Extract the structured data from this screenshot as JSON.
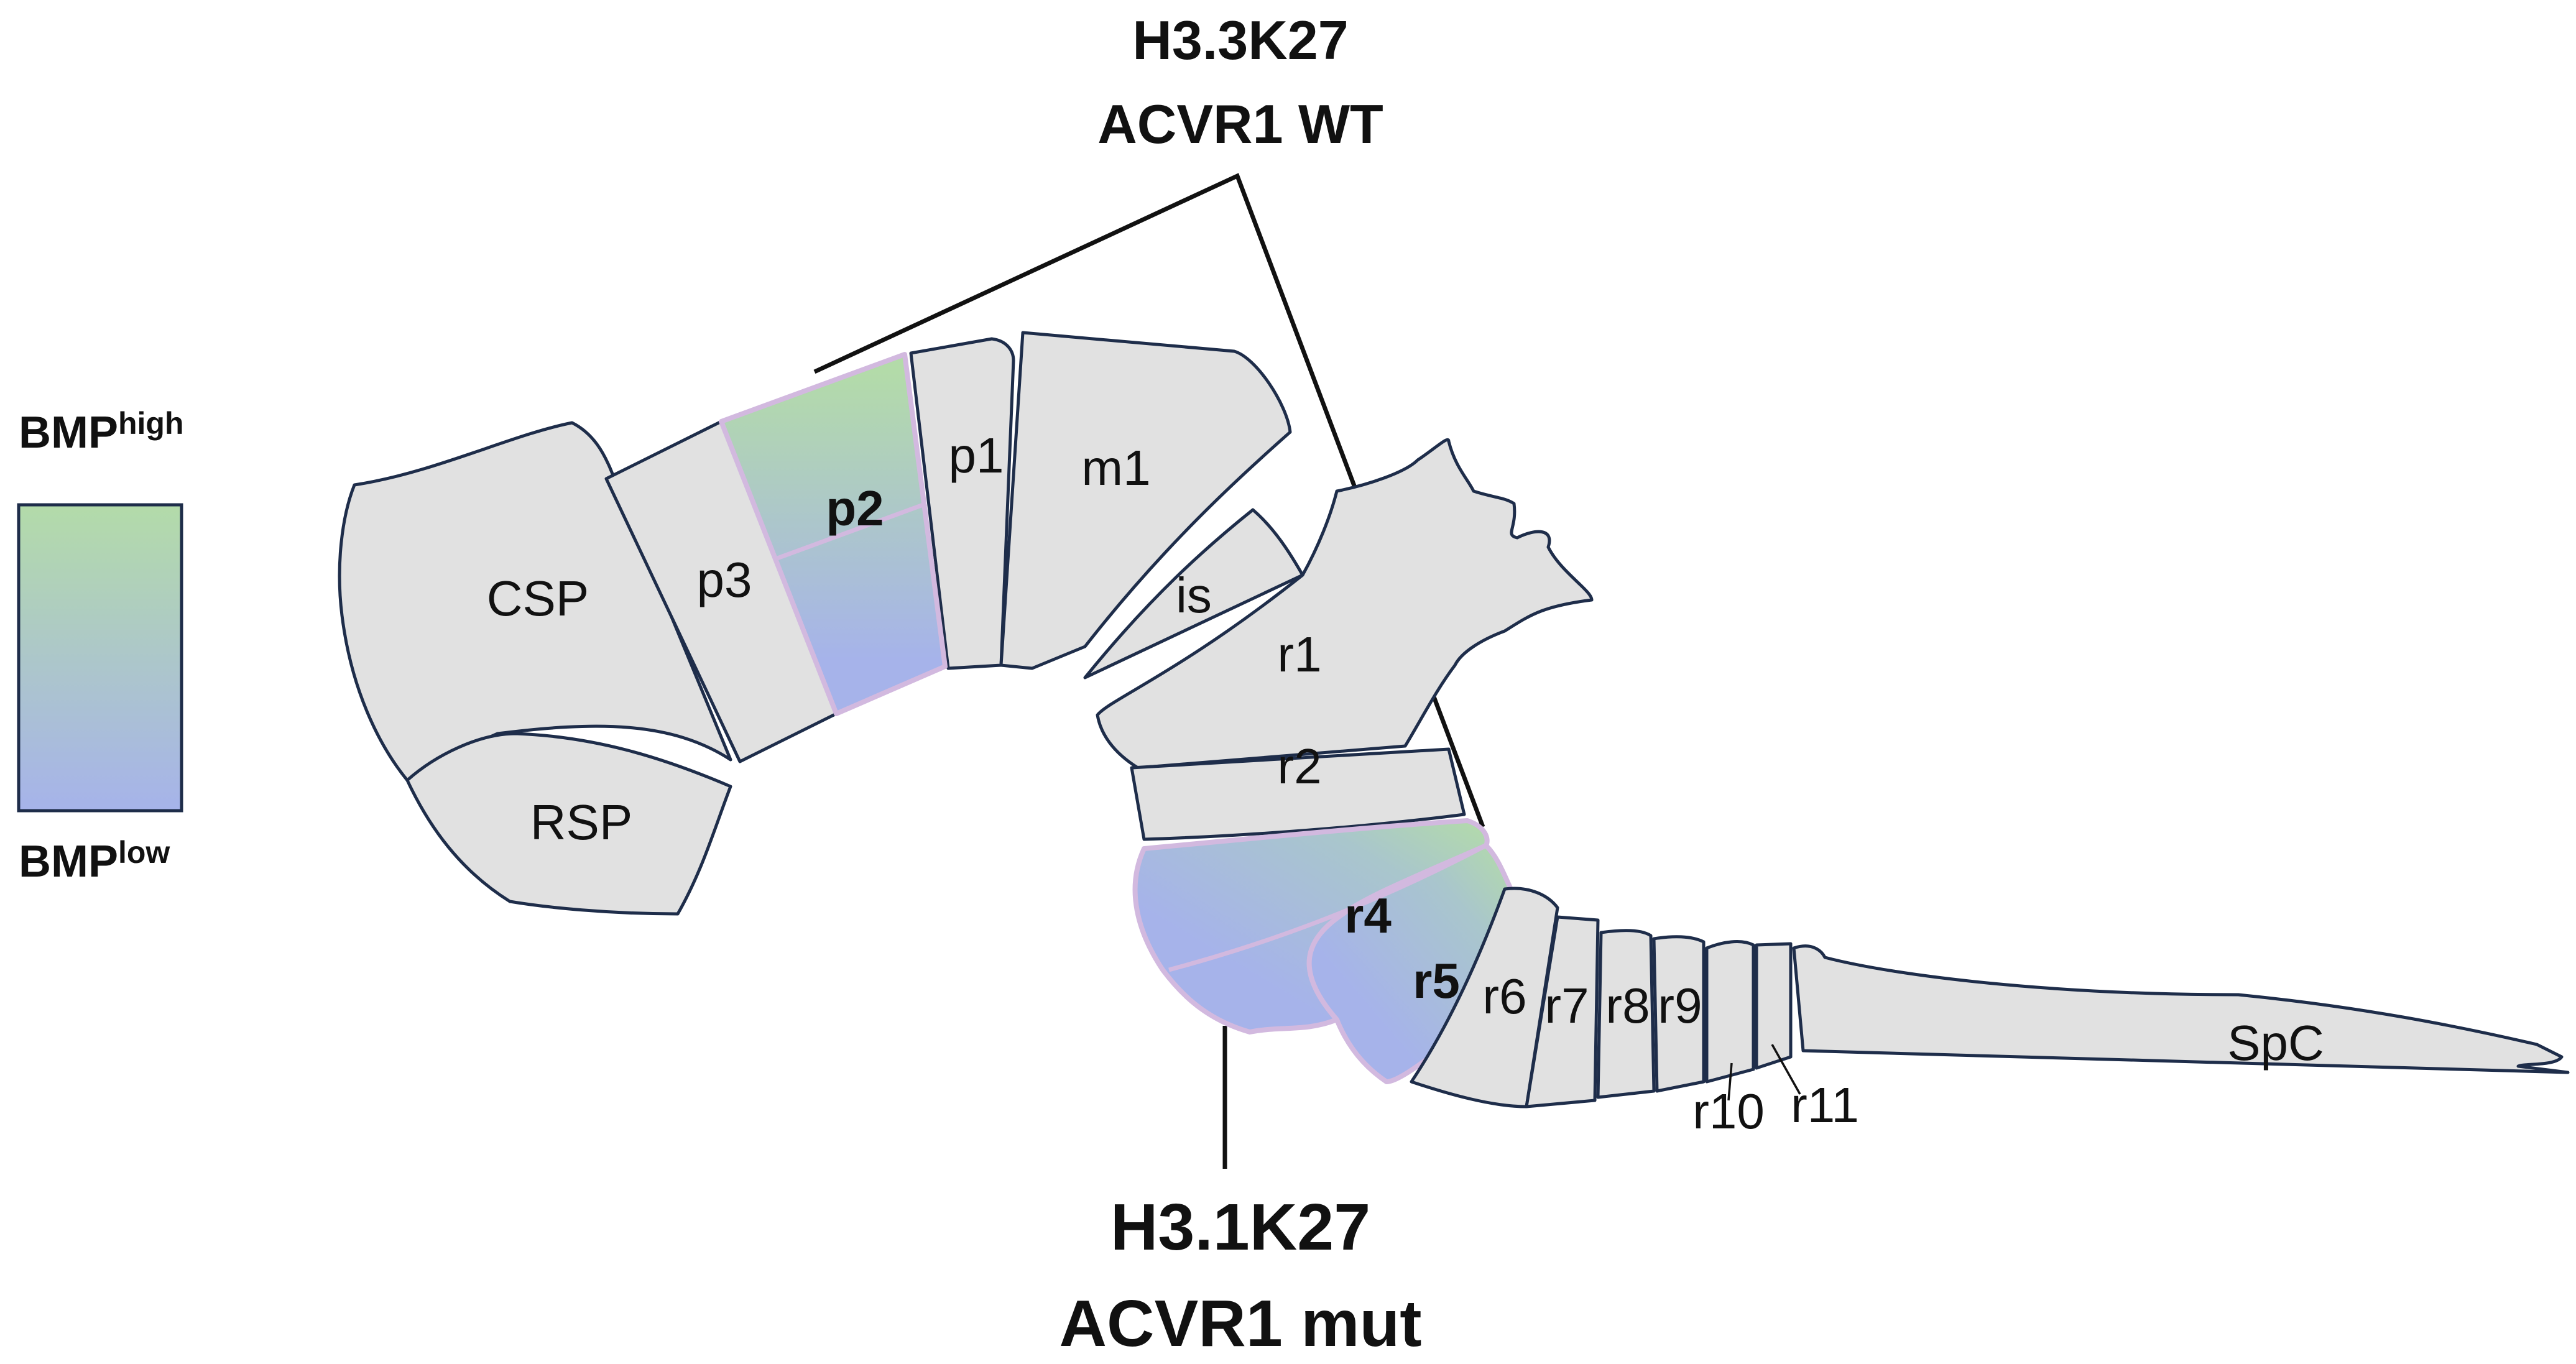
{
  "legend": {
    "top_label": "BMP",
    "top_superscript": "high",
    "bottom_label": "BMP",
    "bottom_superscript": "low",
    "color_high": "#b3dba9",
    "color_low": "#a6b3ea"
  },
  "annotations": {
    "top_line1": "H3.3K27",
    "top_line2": "ACVR1 WT",
    "bottom_line1": "H3.1K27",
    "bottom_line2": "ACVR1 mut"
  },
  "regions": {
    "csp": "CSP",
    "rsp": "RSP",
    "p3": "p3",
    "p2": "p2",
    "p1": "p1",
    "m1": "m1",
    "is": "is",
    "r1": "r1",
    "r2": "r2",
    "r4": "r4",
    "r5": "r5",
    "r6": "r6",
    "r7": "r7",
    "r8": "r8",
    "r9": "r9",
    "r10": "r10",
    "r11": "r11",
    "spc": "SpC"
  },
  "colors": {
    "segment_fill": "#e1e1e1",
    "segment_stroke": "#1e2d4a",
    "highlight_stroke": "#d2b9df"
  }
}
